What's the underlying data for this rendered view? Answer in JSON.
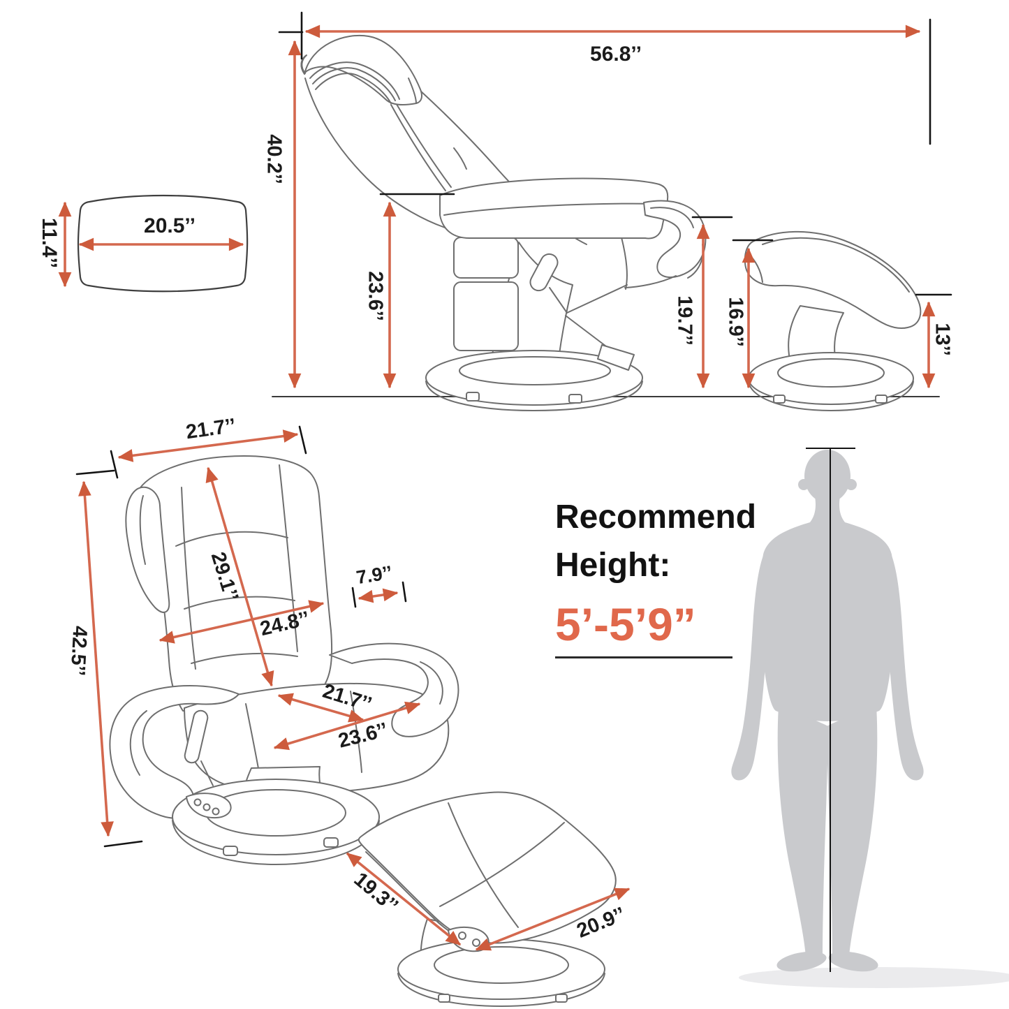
{
  "diagram_title": "Recliner chair with ottoman dimension diagram",
  "side_view": {
    "total_length": "56.8’’",
    "total_height": "40.2’’",
    "seat_height": "23.6’’",
    "armrest_height": "19.7’’"
  },
  "ottoman_side": {
    "top_height": "16.9’’",
    "cushion_height": "13’’"
  },
  "headrest_top": {
    "width": "20.5’’",
    "depth": "11.4’’"
  },
  "front_view": {
    "back_top_width": "21.7’’",
    "total_height": "42.5’’",
    "backrest_length": "29.1’’",
    "back_width": "24.8’’",
    "armrest_width": "7.9’’",
    "seat_width": "21.7’’",
    "seat_depth": "23.6’’"
  },
  "ottoman_front": {
    "width": "19.3’’",
    "depth": "20.9’’"
  },
  "recommend": {
    "title": "Recommend Height:",
    "value": "5’-5’9”"
  },
  "colors": {
    "dimension_line": "#d4684e",
    "arrowhead": "#cd5b3c",
    "label_text": "#1b1b1b",
    "highlight_text": "#e0684b",
    "line_art": "#6e6e6e",
    "silhouette": "#c9cacd",
    "tick_black": "#141414"
  }
}
